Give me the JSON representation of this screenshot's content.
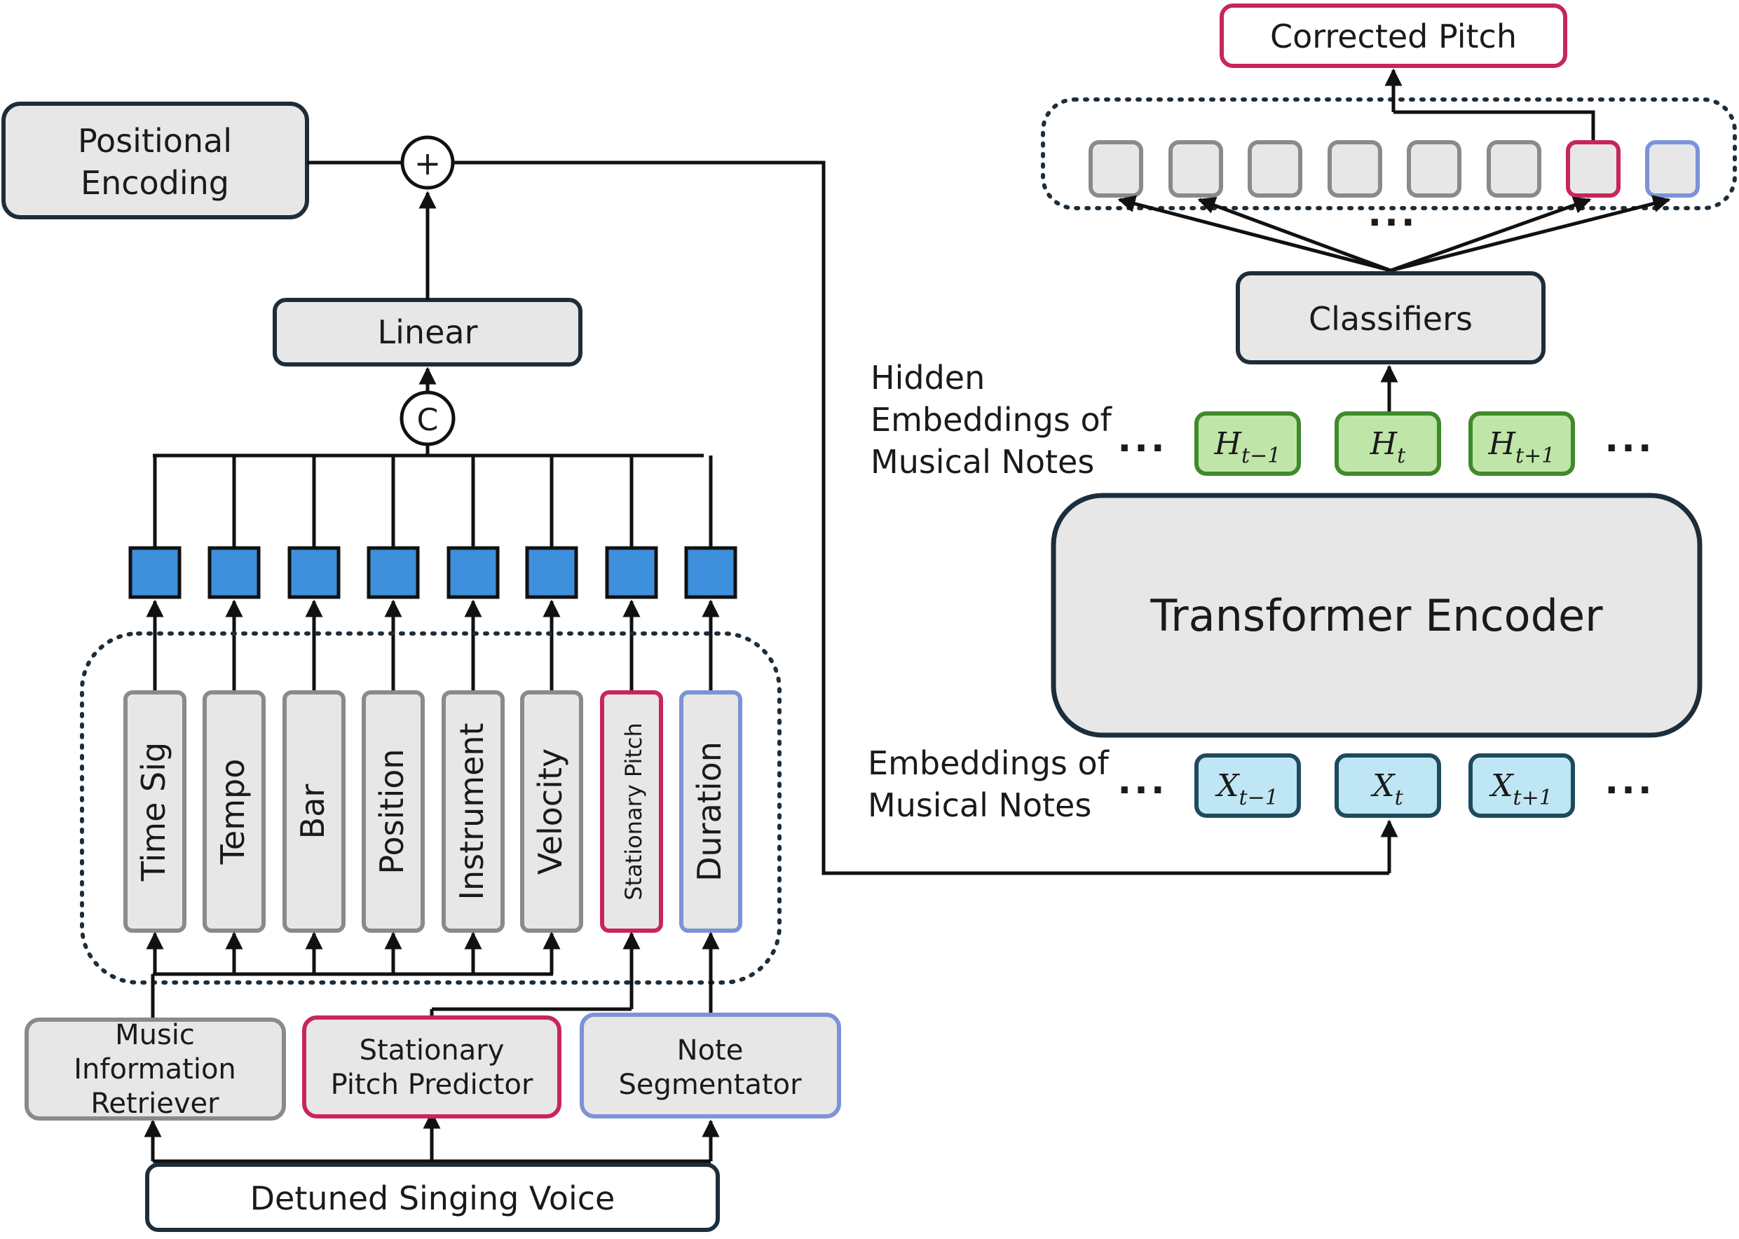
{
  "left": {
    "positional_encoding": [
      "Positional",
      "Encoding"
    ],
    "add_symbol": "+",
    "linear": "Linear",
    "concat_symbol": "C",
    "feature_bars": [
      "Time Sig",
      "Tempo",
      "Bar",
      "Position",
      "Instrument",
      "Velocity",
      "Stationary Pitch",
      "Duration"
    ],
    "music_information_retriever": [
      "Music",
      "Information",
      "Retriever"
    ],
    "stationary_pitch_predictor": [
      "Stationary",
      "Pitch Predictor"
    ],
    "note_segmentator": [
      "Note",
      "Segmentator"
    ],
    "input": "Detuned Singing Voice"
  },
  "right": {
    "output": "Corrected Pitch",
    "class_ellipsis": "...",
    "classifiers": "Classifiers",
    "hidden_label": [
      "Hidden",
      "Embeddings of",
      "Musical Notes"
    ],
    "hidden_nodes": [
      {
        "base": "H",
        "sub": "t−1"
      },
      {
        "base": "H",
        "sub": "t"
      },
      {
        "base": "H",
        "sub": "t+1"
      }
    ],
    "transformer": "Transformer Encoder",
    "embed_label": [
      "Embeddings of",
      "Musical Notes"
    ],
    "embed_nodes": [
      {
        "base": "X",
        "sub": "t−1"
      },
      {
        "base": "X",
        "sub": "t"
      },
      {
        "base": "X",
        "sub": "t+1"
      }
    ],
    "ellipsis": "..."
  },
  "colors": {
    "border_dark": "#1d2d3a",
    "box_fill": "#e7e7e7",
    "gray_border": "#8a8a8a",
    "pink_border": "#c8255a",
    "blue_border": "#7b93d8",
    "feature_square": "#3e8fdc",
    "hidden_fill": "#bfe5a8",
    "hidden_border": "#3f8a2a",
    "embed_fill": "#bfe6f5",
    "embed_border": "#1e4a5e"
  }
}
